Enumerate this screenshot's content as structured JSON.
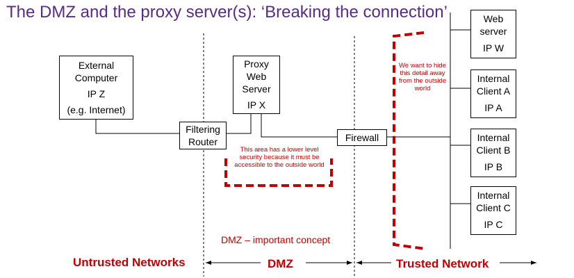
{
  "title": "The DMZ and the proxy server(s): ‘Breaking the connection’",
  "nodes": {
    "external": {
      "lines": [
        "External",
        "Computer",
        "IP Z",
        "(e.g. Internet)"
      ]
    },
    "proxy": {
      "lines": [
        "Proxy",
        "Web",
        "Server",
        "IP X"
      ]
    },
    "router": {
      "lines": [
        "Filtering",
        "Router"
      ]
    },
    "firewall": {
      "lines": [
        "Firewall"
      ]
    },
    "web_server": {
      "lines": [
        "Web",
        "server",
        "IP W"
      ]
    },
    "client_a": {
      "lines": [
        "Internal",
        "Client A",
        "IP A"
      ]
    },
    "client_b": {
      "lines": [
        "Internal",
        "Client B",
        "IP B"
      ]
    },
    "client_c": {
      "lines": [
        "Internal",
        "Client C",
        "IP C"
      ]
    }
  },
  "notes": {
    "dmz_note": "This area has a lower level security because it must be accessible to the outside world",
    "hide_note": "We want to hide this detail away from the outside world"
  },
  "zones": {
    "untrusted": "Untrusted Networks",
    "dmz": "DMZ",
    "trusted": "Trusted Network",
    "dmz_concept": "DMZ – important concept"
  },
  "colors": {
    "accent_red": "#c00000",
    "title_purple": "#5b2a86"
  }
}
